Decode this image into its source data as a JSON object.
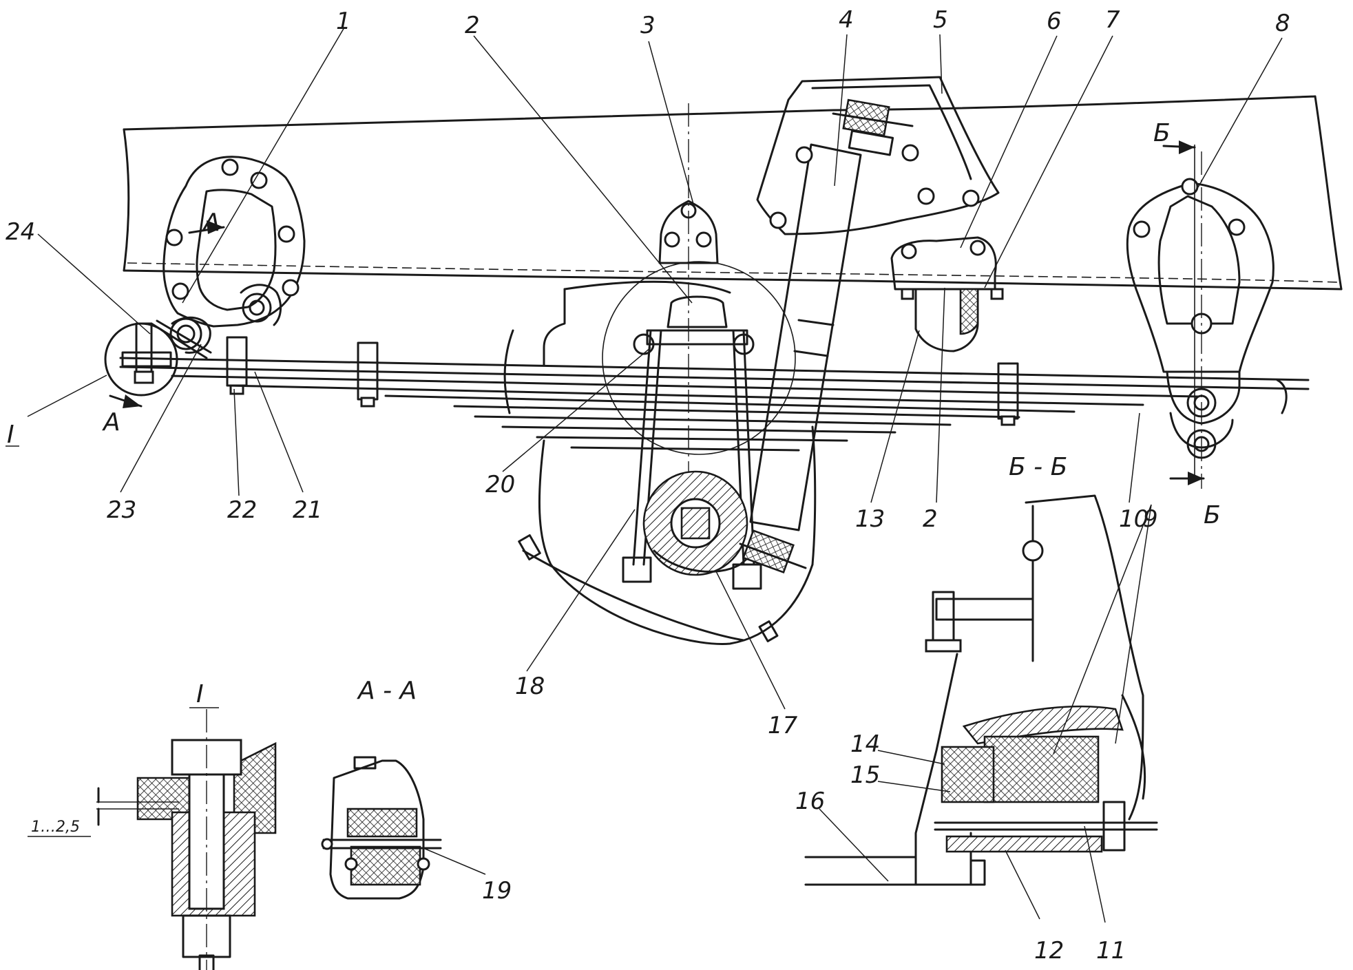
{
  "callouts": [
    {
      "id": "1",
      "label": "1"
    },
    {
      "id": "2",
      "label": "2"
    },
    {
      "id": "3",
      "label": "3"
    },
    {
      "id": "4",
      "label": "4"
    },
    {
      "id": "5",
      "label": "5"
    },
    {
      "id": "6",
      "label": "6"
    },
    {
      "id": "7",
      "label": "7"
    },
    {
      "id": "8",
      "label": "8"
    },
    {
      "id": "9",
      "label": "9"
    },
    {
      "id": "10",
      "label": "10"
    },
    {
      "id": "11",
      "label": "11"
    },
    {
      "id": "12",
      "label": "12"
    },
    {
      "id": "13",
      "label": "13"
    },
    {
      "id": "14",
      "label": "14"
    },
    {
      "id": "15",
      "label": "15"
    },
    {
      "id": "16",
      "label": "16"
    },
    {
      "id": "17",
      "label": "17"
    },
    {
      "id": "18",
      "label": "18"
    },
    {
      "id": "19",
      "label": "19"
    },
    {
      "id": "20",
      "label": "20"
    },
    {
      "id": "21",
      "label": "21"
    },
    {
      "id": "22",
      "label": "22"
    },
    {
      "id": "23",
      "label": "23"
    },
    {
      "id": "24",
      "label": "24"
    },
    {
      "id": "2b",
      "label": "2"
    }
  ],
  "section_marks": {
    "detail_I": "I",
    "detail_I_title": "I",
    "cut_A_top": "А",
    "cut_A_bottom": "А",
    "section_AA": "А - А",
    "cut_B_top": "Б",
    "cut_B_bottom": "Б",
    "section_BB": "Б - Б"
  },
  "dimension": "1…2,5"
}
